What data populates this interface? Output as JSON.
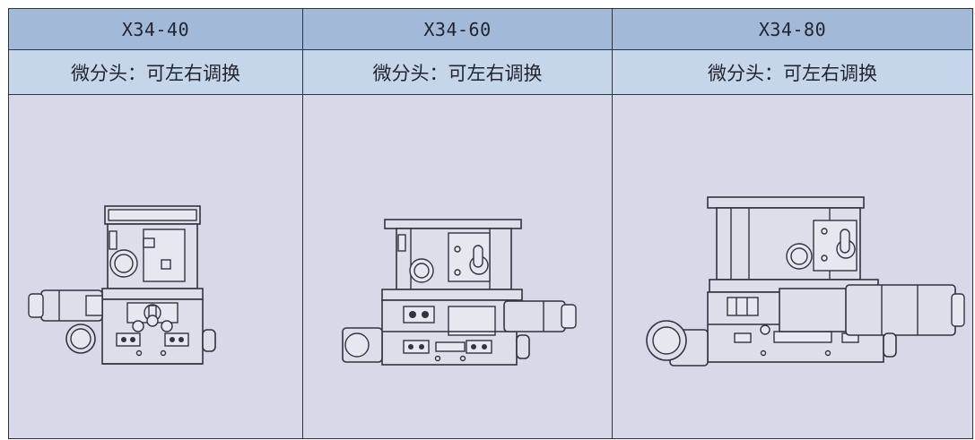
{
  "table": {
    "columns": [
      {
        "model": "X34-40",
        "note": "微分头：可左右调换",
        "drawing": "x34-40-stage-drawing"
      },
      {
        "model": "X34-60",
        "note": "微分头：可左右调换",
        "drawing": "x34-60-stage-drawing"
      },
      {
        "model": "X34-80",
        "note": "微分头：可左右调换",
        "drawing": "x34-80-stage-drawing"
      }
    ]
  },
  "colors": {
    "header_row": "#a3b9d8",
    "note_row": "#c6d6ea",
    "image_row": "#d7d8e8",
    "border": "#2f3340"
  }
}
